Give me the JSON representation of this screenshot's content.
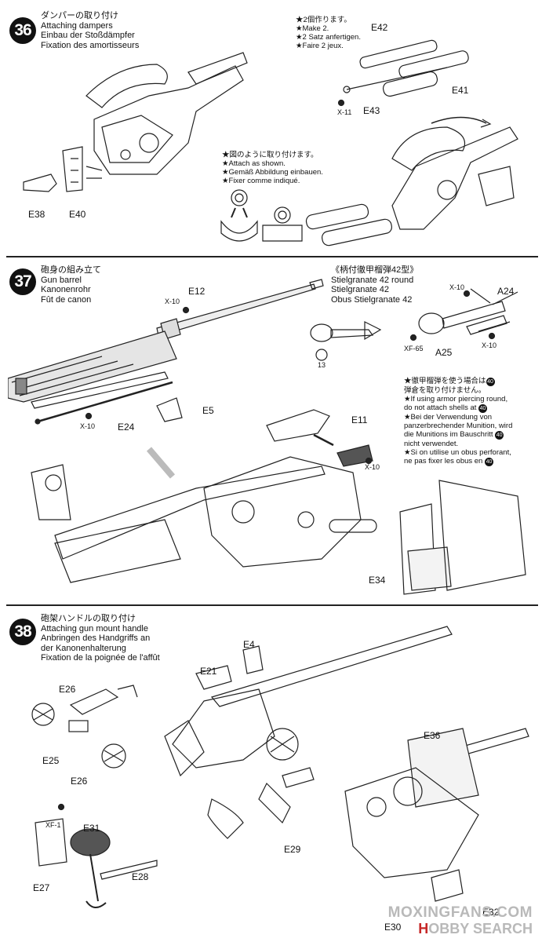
{
  "steps": [
    {
      "number": "36",
      "title_ja": "ダンパーの取り付け",
      "title_en": "Attaching dampers",
      "title_de": "Einbau der Stoßdämpfer",
      "title_fr": "Fixation des amortisseurs",
      "note_make": [
        "★2個作ります。",
        "★Make 2.",
        "★2 Satz anfertigen.",
        "★Faire 2 jeux."
      ],
      "note_attach": [
        "★図のように取り付けます。",
        "★Attach as shown.",
        "★Gemäß Abbildung einbauen.",
        "★Fixer comme indiqué."
      ],
      "parts": [
        "E42",
        "E41",
        "E43",
        "X-11",
        "E38",
        "E40"
      ]
    },
    {
      "number": "37",
      "title_ja": "砲身の組み立て",
      "title_en": "Gun barrel",
      "title_de": "Kanonenrohr",
      "title_fr": "Fût de canon",
      "round_title": [
        "《柄付徹甲榴弾42型》",
        "Stielgranate 42 round",
        "Stielgranate 42",
        "Obus Stielgranate 42"
      ],
      "note_armor": [
        "★徹甲榴弾を使う場合は",
        "弾倉を取り付けません。",
        "★If using armor piercing round,",
        "do not attach shells at",
        "★Bei der Verwendung von",
        "panzerbrechender Munition, wird",
        "die Munitions im Bauschritt",
        "nicht verwendet.",
        "★Si on utilise un obus perforant,",
        "ne pas fixer les obus en"
      ],
      "ref_step": "40",
      "decal": "13",
      "parts": [
        "E12",
        "X-10",
        "E5",
        "E24",
        "X-10",
        "A24",
        "X-10",
        "A25",
        "XF-65",
        "X-10",
        "E11",
        "X-10",
        "E34"
      ]
    },
    {
      "number": "38",
      "title_ja": "砲架ハンドルの取り付け",
      "title_en": "Attaching gun mount handle",
      "title_de": "Anbringen des Handgriffs an der Kanonenhalterung",
      "title_de_1": "Anbringen des Handgriffs an",
      "title_de_2": "der Kanonenhalterung",
      "title_fr": "Fixation de la poignée de l'affût",
      "parts": [
        "E4",
        "E21",
        "E26",
        "E25",
        "E26",
        "E36",
        "E29",
        "XF-1",
        "E31",
        "E27",
        "E28",
        "E30",
        "E32"
      ]
    }
  ],
  "watermark": {
    "site": "MOXINGFANS.COM",
    "brand_h": "H",
    "brand_rest": "OBBY SEARCH"
  }
}
